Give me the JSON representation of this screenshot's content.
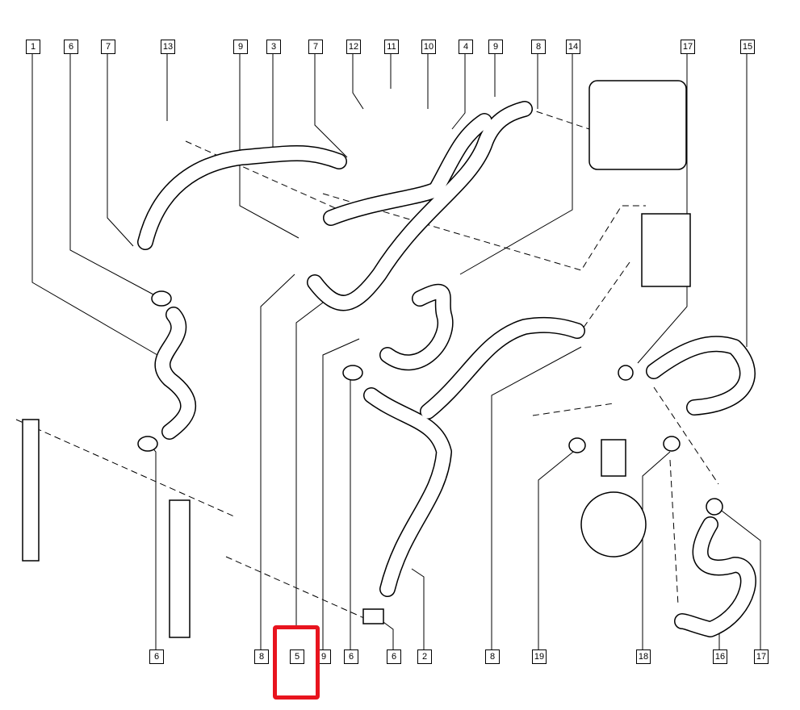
{
  "top_labels": [
    "1",
    "6",
    "7",
    "13",
    "9",
    "3",
    "7",
    "12",
    "11",
    "10",
    "4",
    "9",
    "8",
    "14",
    "17",
    "15"
  ],
  "bottom_labels": [
    "6",
    "8",
    "5",
    "9",
    "6",
    "6",
    "2",
    "8",
    "19",
    "18",
    "16",
    "17"
  ],
  "highlight_color": "#e8141e",
  "highlighted_label": "5"
}
